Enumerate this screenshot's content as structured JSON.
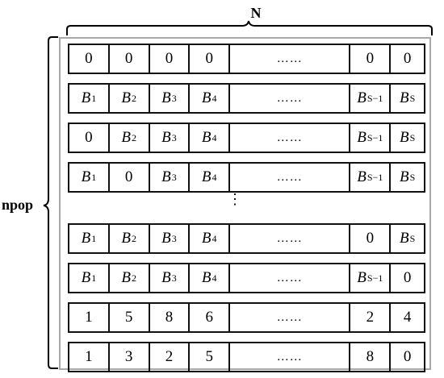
{
  "labels": {
    "n": "N",
    "npop": "npop",
    "ellipsis": "……",
    "vertical_ellipsis": "⋮"
  },
  "rows": [
    [
      "0",
      "0",
      "0",
      "0",
      "……",
      "0",
      "0"
    ],
    [
      "B1",
      "B2",
      "B3",
      "B4",
      "……",
      "BS-1",
      "BS"
    ],
    [
      "0",
      "B2",
      "B3",
      "B4",
      "……",
      "BS-1",
      "BS"
    ],
    [
      "B1",
      "0",
      "B3",
      "B4",
      "……",
      "BS-1",
      "BS"
    ],
    [
      "B1",
      "B2",
      "B3",
      "B4",
      "……",
      "0",
      "BS"
    ],
    [
      "B1",
      "B2",
      "B3",
      "B4",
      "……",
      "BS-1",
      "0"
    ],
    [
      "1",
      "5",
      "8",
      "6",
      "……",
      "2",
      "4"
    ],
    [
      "1",
      "3",
      "2",
      "5",
      "……",
      "8",
      "0"
    ]
  ],
  "symbols": {
    "B1": {
      "base": "B",
      "sub": "1"
    },
    "B2": {
      "base": "B",
      "sub": "2"
    },
    "B3": {
      "base": "B",
      "sub": "3"
    },
    "B4": {
      "base": "B",
      "sub": "4"
    },
    "BS-1": {
      "base": "B",
      "sub": "S−1"
    },
    "BS": {
      "base": "B",
      "sub": "S"
    }
  },
  "colors": {
    "frame": "#a8a8a8",
    "cell_border": "#111111",
    "brace": "#000000"
  }
}
